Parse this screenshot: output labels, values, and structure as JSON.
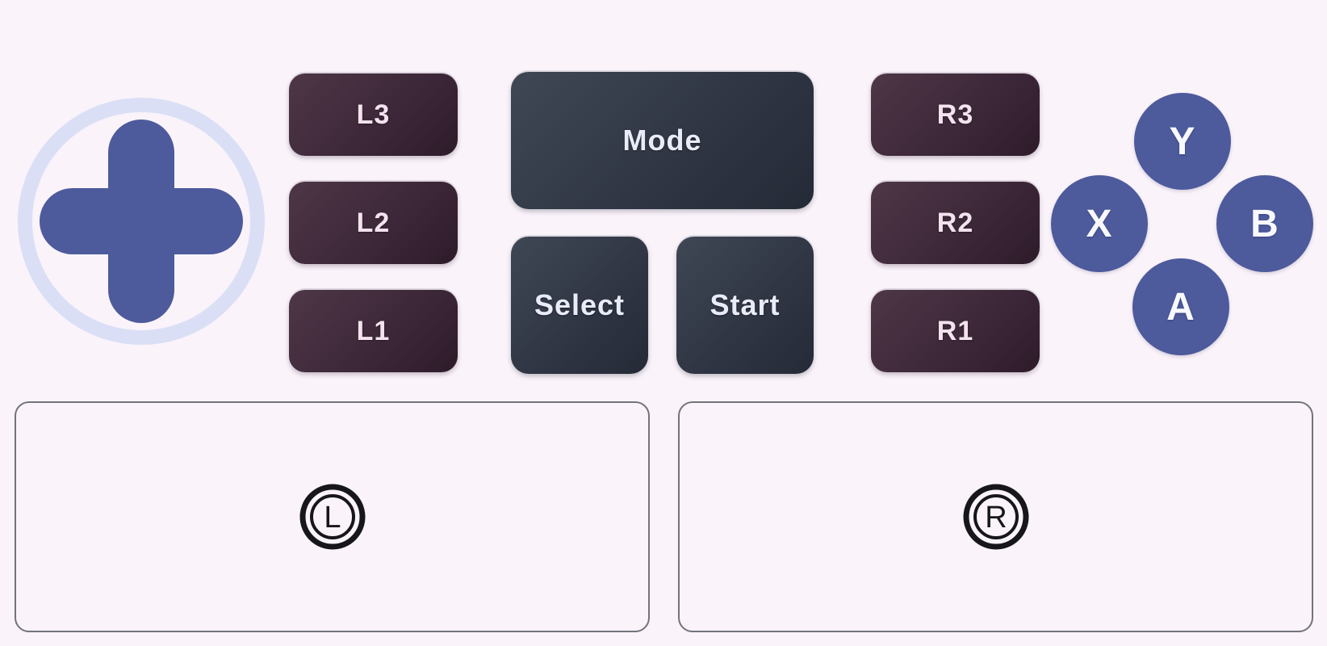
{
  "theme": {
    "background": "#faf3fa",
    "accent_blue": "#4d5a9c",
    "dpad_ring": "#dadff6",
    "shoulder_button_gradient": [
      "#4e3747",
      "#2e1b2a"
    ],
    "system_button_gradient": [
      "#3f4755",
      "#242a36"
    ],
    "shoulder_text": "#f3e3ee",
    "system_text": "#e9ecf8",
    "face_text": "#f8f9fd",
    "panel_border": "#73737c",
    "stick_icon_color": "#17171b"
  },
  "controls": {
    "dpad": {
      "icon": "dpad-cross-icon"
    },
    "left_shoulder_buttons": [
      "L3",
      "L2",
      "L1"
    ],
    "right_shoulder_buttons": [
      "R3",
      "R2",
      "R1"
    ],
    "system_buttons": {
      "mode": "Mode",
      "select": "Select",
      "start": "Start"
    },
    "face_buttons": {
      "top": "Y",
      "left": "X",
      "right": "B",
      "bottom": "A"
    },
    "analog_sticks": {
      "left_label": "L",
      "right_label": "R",
      "left_icon": "circled-l-icon",
      "right_icon": "circled-r-icon"
    }
  }
}
